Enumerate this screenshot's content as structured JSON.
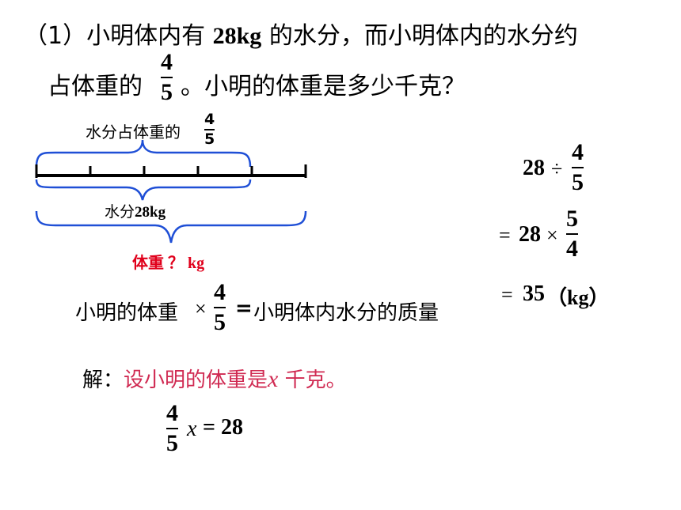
{
  "problem": {
    "line1_prefix": "（1）小明体内有 ",
    "line1_num": "28kg",
    "line1_suffix": " 的水分，而小明体内的水分约",
    "line2_prefix": "占体重的",
    "fraction": {
      "num": "4",
      "den": "5"
    },
    "line2_suffix": "。小明的体重是多少千克？"
  },
  "diagram": {
    "top_label": "水分占体重的",
    "top_fraction": {
      "num": "4",
      "den": "5"
    },
    "water_label_prefix": "水分",
    "water_label_value": "28kg",
    "weight_label": "体重 ？ kg",
    "brace_color": "#1f4fd6",
    "segments_total": 5,
    "segments_water": 4
  },
  "relation": {
    "left": "小明的体重",
    "times": "×",
    "fraction": {
      "num": "4",
      "den": "5"
    },
    "equals": "=",
    "right": "小明体内水分的质量"
  },
  "solution": {
    "label": "解：",
    "let_text": "设小明的体重是",
    "variable": "x",
    "unit_text": " 千克。",
    "equation": {
      "num": "4",
      "den": "5",
      "var": "x",
      "rhs": "= 28"
    }
  },
  "calc": {
    "step1": {
      "lhs": "28",
      "op": "÷",
      "num": "4",
      "den": "5"
    },
    "step2": {
      "eq": "=",
      "lhs": "28",
      "op": "×",
      "num": "5",
      "den": "4"
    },
    "step3": {
      "eq": "=",
      "value": "35",
      "unit": "（kg）"
    }
  }
}
